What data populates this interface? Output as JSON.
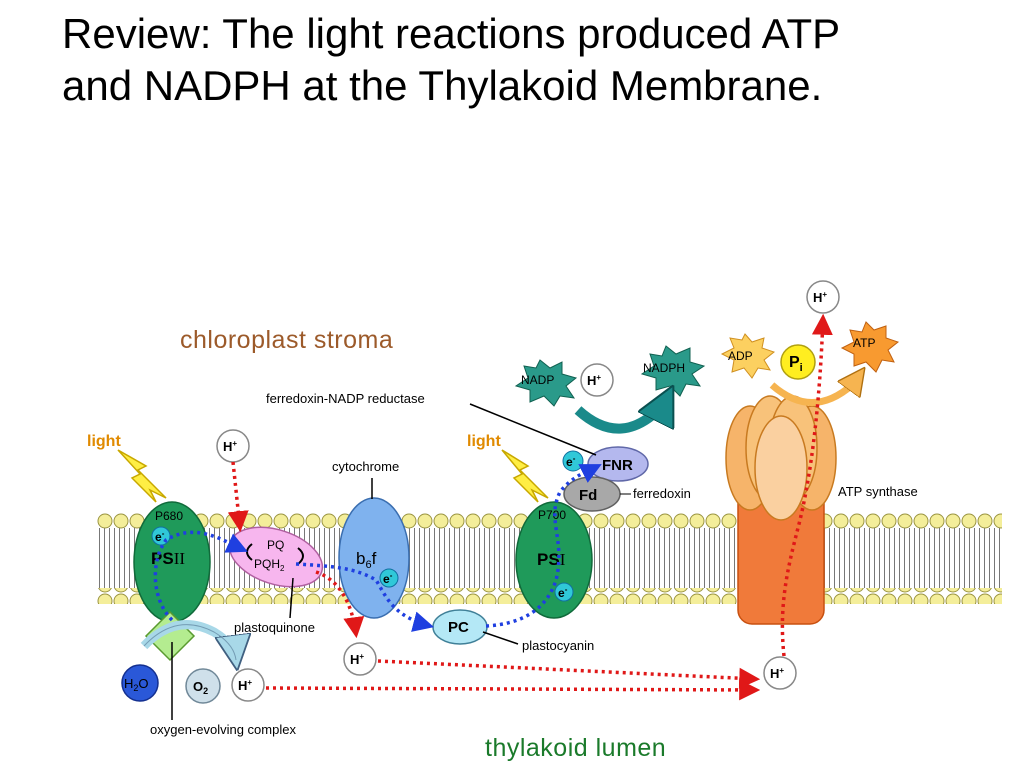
{
  "slide": {
    "title_line1": "Review:  The light reactions produced ATP",
    "title_line2": "and NADPH at the Thylakoid Membrane."
  },
  "diagram": {
    "stroma_label": "chloroplast stroma",
    "lumen_label": "thylakoid lumen",
    "light_label": "light",
    "p680": "P680",
    "p700": "P700",
    "ps2_prefix": "PS",
    "ps2_roman": "II",
    "ps1_prefix": "PS",
    "ps1_roman": "I",
    "electron": "e",
    "electron_sup": "-",
    "pq": "PQ",
    "pqh2": "PQH",
    "pqh2_sub": "2",
    "plastoquinone": "plastoquinone",
    "cytochrome": "cytochrome",
    "b6f_b": "b",
    "b6f_sub": "6",
    "b6f_f": "f",
    "pc": "PC",
    "plastocyanin": "plastocyanin",
    "fd": "Fd",
    "ferredoxin": "ferredoxin",
    "fnr": "FNR",
    "fnr_label": "ferredoxin-NADP reductase",
    "nadp": "NADP",
    "nadph": "NADPH",
    "h": "H",
    "h_sup": "+",
    "adp": "ADP",
    "pi": "P",
    "pi_sub": "i",
    "atp": "ATP",
    "atp_synthase": "ATP synthase",
    "h2o_h": "H",
    "h2o_sub": "2",
    "h2o_o": "O",
    "o2_o": "O",
    "o2_sub": "2",
    "oec": "oxygen-evolving complex"
  },
  "colors": {
    "stroma_text": "#9c5a2a",
    "lumen_text": "#1a7a2a",
    "light_text": "#e08a00",
    "photosystem": "#1f9a5a",
    "cytochrome": "#7fb2ee",
    "pq": "#f7b6ee",
    "atp_synthase_base": "#f07a3a",
    "atp_synthase_head": "#f6b46a",
    "electron_path": "#1f3fe0",
    "proton_path": "#e01818"
  }
}
